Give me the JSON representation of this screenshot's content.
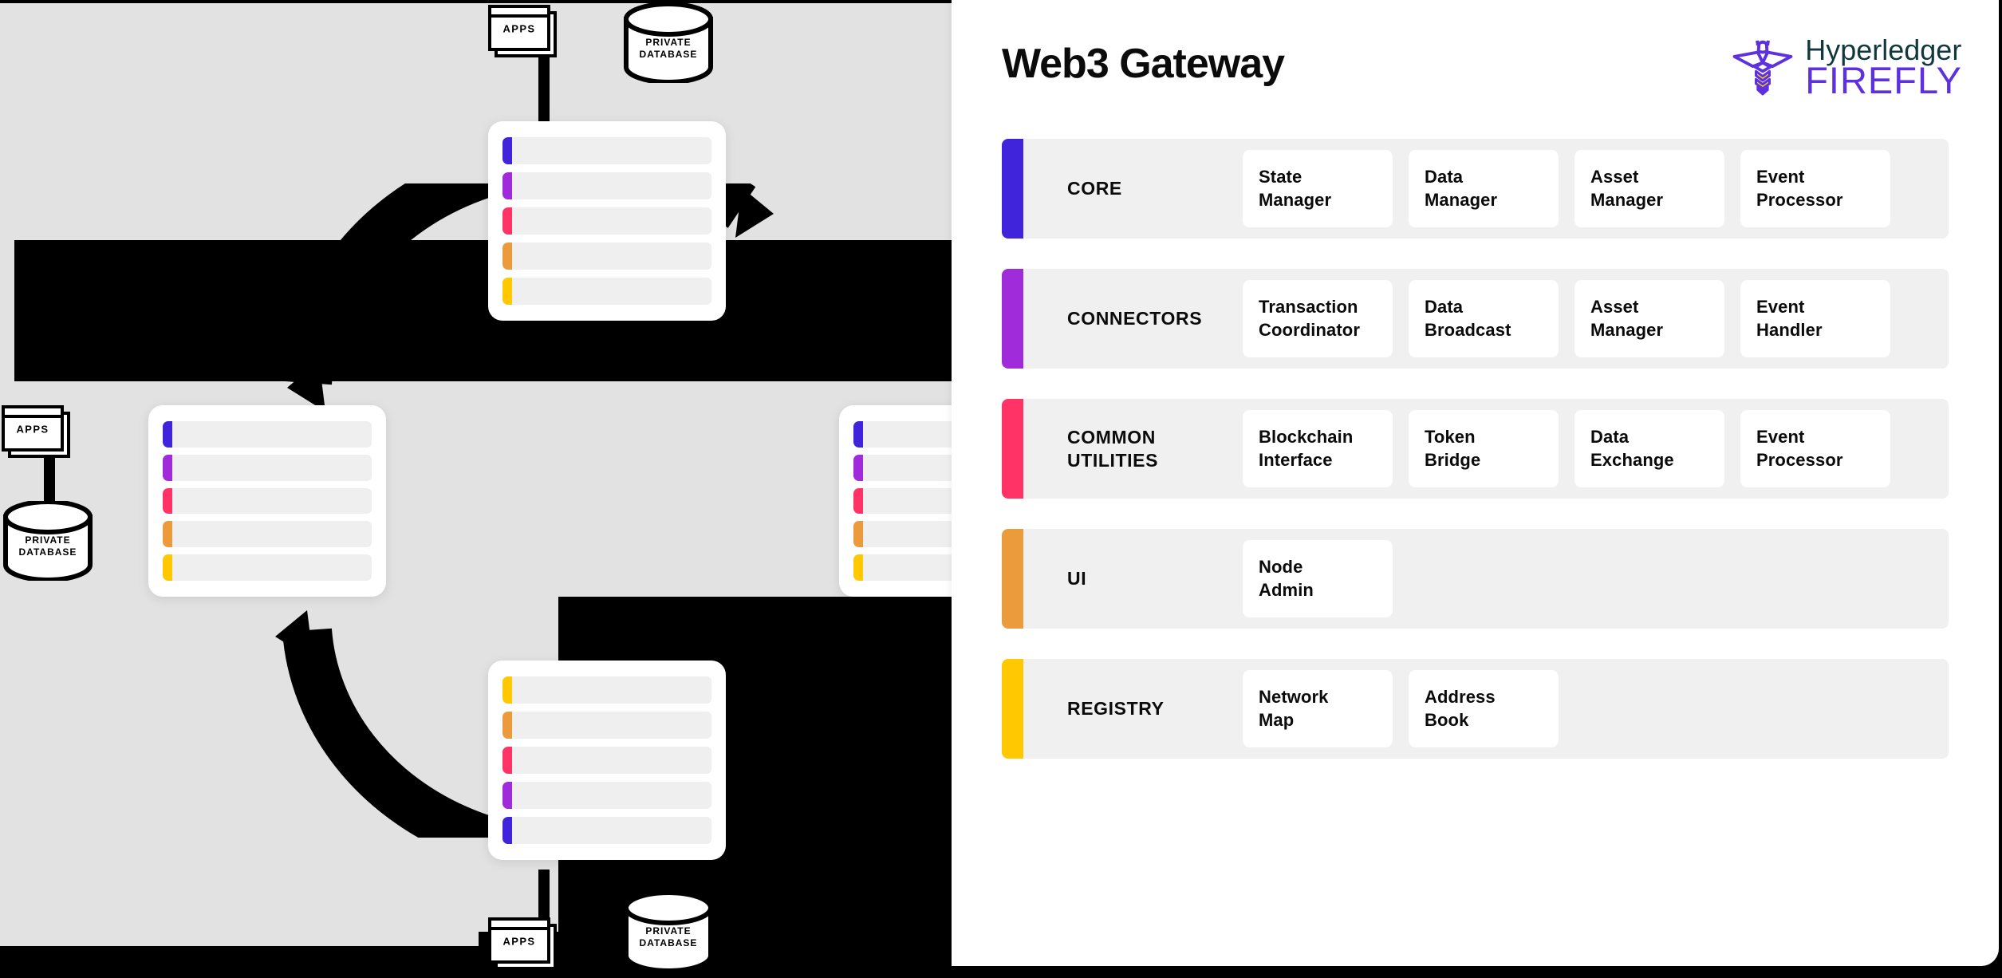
{
  "header": {
    "title": "Web3 Gateway",
    "logo": {
      "mark": "firefly-bee-icon",
      "line1": "Hyperledger",
      "line2": "FIREFLY",
      "line1_color": "#11383f",
      "line2_color": "#5d31e0"
    }
  },
  "rows": [
    {
      "label": "CORE",
      "accent": "#3f24db",
      "cards": [
        {
          "line1": "State",
          "line2": "Manager"
        },
        {
          "line1": "Data",
          "line2": "Manager"
        },
        {
          "line1": "Asset",
          "line2": "Manager"
        },
        {
          "line1": "Event",
          "line2": "Processor"
        }
      ]
    },
    {
      "label": "CONNECTORS",
      "accent": "#a02bdb",
      "cards": [
        {
          "line1": "Transaction",
          "line2": "Coordinator"
        },
        {
          "line1": "Data",
          "line2": "Broadcast"
        },
        {
          "line1": "Asset",
          "line2": "Manager"
        },
        {
          "line1": "Event",
          "line2": "Handler"
        }
      ]
    },
    {
      "label": "COMMON UTILITIES",
      "label_line1": "COMMON",
      "label_line2": "UTILITIES",
      "accent": "#ff3366",
      "cards": [
        {
          "line1": "Blockchain",
          "line2": "Interface"
        },
        {
          "line1": "Token",
          "line2": "Bridge"
        },
        {
          "line1": "Data",
          "line2": "Exchange"
        },
        {
          "line1": "Event",
          "line2": "Processor"
        }
      ]
    },
    {
      "label": "UI",
      "accent": "#eb9a3c",
      "cards": [
        {
          "line1": "Node",
          "line2": "Admin"
        }
      ]
    },
    {
      "label": "REGISTRY",
      "accent": "#ffc800",
      "cards": [
        {
          "line1": "Network",
          "line2": "Map"
        },
        {
          "line1": "Address",
          "line2": "Book"
        }
      ]
    }
  ],
  "background_diagram": {
    "apps_label": "APPS",
    "database_label_line1": "PRIVATE",
    "database_label_line2": "DATABASE",
    "node_tab_colors": [
      "#3f24db",
      "#a02bdb",
      "#ff3366",
      "#eb9a3c",
      "#ffc800"
    ],
    "node_tab_colors_reversed": [
      "#ffc800",
      "#eb9a3c",
      "#ff3366",
      "#a02bdb",
      "#3f24db"
    ]
  }
}
